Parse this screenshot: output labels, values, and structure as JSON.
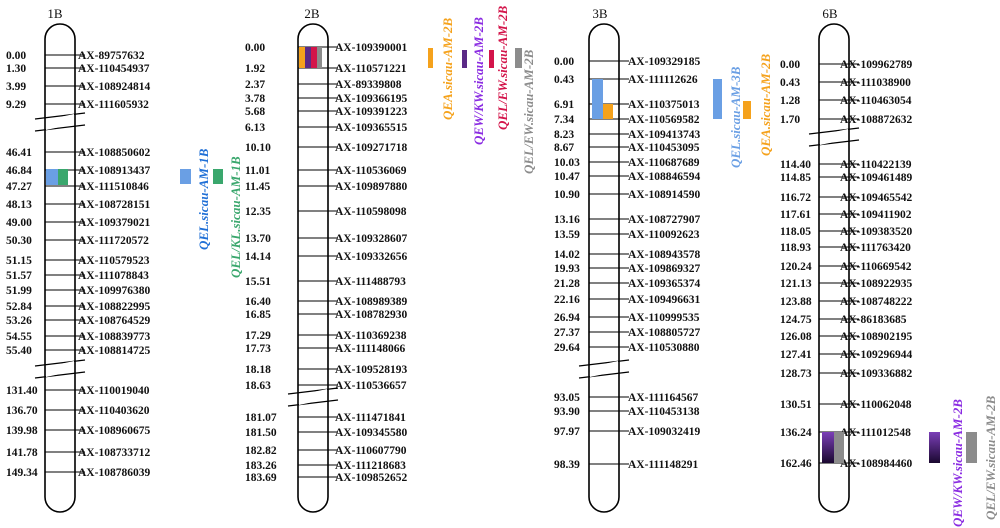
{
  "colors": {
    "blue": "#6a9fe4",
    "green": "#3aa76d",
    "orange": "#f5a21c",
    "purple": "#5b2a86",
    "dark_purple": "#2a0e45",
    "violet": "#8a2be2",
    "crimson": "#d3144a",
    "gray": "#8c8c8c",
    "bright_blue": "#1f6fd6"
  },
  "chromosomes": [
    {
      "name": "1B",
      "loci": [
        {
          "pos": "0.00",
          "marker": "AX-89757632"
        },
        {
          "pos": "1.30",
          "marker": "AX-110454937"
        },
        {
          "pos": "3.99",
          "marker": "AX-108924814"
        },
        {
          "pos": "9.29",
          "marker": "AX-111605932"
        },
        {
          "pos": "46.41",
          "marker": "AX-108850602"
        },
        {
          "pos": "46.84",
          "marker": "AX-108913437"
        },
        {
          "pos": "47.27",
          "marker": "AX-111510846"
        },
        {
          "pos": "48.13",
          "marker": "AX-108728151"
        },
        {
          "pos": "49.00",
          "marker": "AX-109379021"
        },
        {
          "pos": "50.30",
          "marker": "AX-111720572"
        },
        {
          "pos": "51.15",
          "marker": "AX-110579523"
        },
        {
          "pos": "51.57",
          "marker": "AX-111078843"
        },
        {
          "pos": "51.99",
          "marker": "AX-109976380"
        },
        {
          "pos": "52.84",
          "marker": "AX-108822995"
        },
        {
          "pos": "53.26",
          "marker": "AX-108764529"
        },
        {
          "pos": "54.55",
          "marker": "AX-108839773"
        },
        {
          "pos": "55.40",
          "marker": "AX-108814725"
        },
        {
          "pos": "131.40",
          "marker": "AX-110019040"
        },
        {
          "pos": "136.70",
          "marker": "AX-110403620"
        },
        {
          "pos": "139.98",
          "marker": "AX-108960675"
        },
        {
          "pos": "141.78",
          "marker": "AX-108733712"
        },
        {
          "pos": "149.34",
          "marker": "AX-108786039"
        }
      ],
      "qtls": [
        {
          "label": "QEL.sicau-AM-1B",
          "color": "#1f6fd6"
        },
        {
          "label": "QEL/KL.sicau-AM-1B",
          "color": "#3aa76d"
        }
      ]
    },
    {
      "name": "2B",
      "loci": [
        {
          "pos": "0.00",
          "marker": "AX-109390001"
        },
        {
          "pos": "1.92",
          "marker": "AX-110571221"
        },
        {
          "pos": "2.37",
          "marker": "AX-89339808"
        },
        {
          "pos": "3.78",
          "marker": "AX-109366195"
        },
        {
          "pos": "5.68",
          "marker": "AX-109391223"
        },
        {
          "pos": "6.13",
          "marker": "AX-109365515"
        },
        {
          "pos": "10.10",
          "marker": "AX-109271718"
        },
        {
          "pos": "11.01",
          "marker": "AX-110536069"
        },
        {
          "pos": "11.45",
          "marker": "AX-109897880"
        },
        {
          "pos": "12.35",
          "marker": "AX-110598098"
        },
        {
          "pos": "13.70",
          "marker": "AX-109328607"
        },
        {
          "pos": "14.14",
          "marker": "AX-109332656"
        },
        {
          "pos": "15.51",
          "marker": "AX-111488793"
        },
        {
          "pos": "16.40",
          "marker": "AX-108989389"
        },
        {
          "pos": "16.85",
          "marker": "AX-108782930"
        },
        {
          "pos": "17.29",
          "marker": "AX-110369238"
        },
        {
          "pos": "17.73",
          "marker": "AX-111148066"
        },
        {
          "pos": "18.18",
          "marker": "AX-109528193"
        },
        {
          "pos": "18.63",
          "marker": "AX-110536657"
        },
        {
          "pos": "181.07",
          "marker": "AX-111471841"
        },
        {
          "pos": "181.50",
          "marker": "AX-109345580"
        },
        {
          "pos": "182.82",
          "marker": "AX-110607790"
        },
        {
          "pos": "183.26",
          "marker": "AX-111218683"
        },
        {
          "pos": "183.69",
          "marker": "AX-109852652"
        }
      ],
      "qtls": [
        {
          "label": "QEA.sicau-AM-2B",
          "color": "#f5a21c"
        },
        {
          "label": "QEW/KW.sicau-AM-2B",
          "color": "#8a2be2"
        },
        {
          "label": "QEL/EW.sicau-AM-2B",
          "color": "#d3144a"
        },
        {
          "label": "QEL/EW.sicau-AM-2B",
          "color": "#8c8c8c"
        }
      ]
    },
    {
      "name": "3B",
      "loci": [
        {
          "pos": "0.00",
          "marker": "AX-109329185"
        },
        {
          "pos": "0.43",
          "marker": "AX-111112626"
        },
        {
          "pos": "6.91",
          "marker": "AX-110375013"
        },
        {
          "pos": "7.34",
          "marker": "AX-110569582"
        },
        {
          "pos": "8.23",
          "marker": "AX-109413743"
        },
        {
          "pos": "8.67",
          "marker": "AX-110453095"
        },
        {
          "pos": "10.03",
          "marker": "AX-110687689"
        },
        {
          "pos": "10.47",
          "marker": "AX-108846594"
        },
        {
          "pos": "10.90",
          "marker": "AX-108914590"
        },
        {
          "pos": "13.16",
          "marker": "AX-108727907"
        },
        {
          "pos": "13.59",
          "marker": "AX-110092623"
        },
        {
          "pos": "14.02",
          "marker": "AX-108943578"
        },
        {
          "pos": "19.93",
          "marker": "AX-109869327"
        },
        {
          "pos": "21.28",
          "marker": "AX-109365374"
        },
        {
          "pos": "22.16",
          "marker": "AX-109496631"
        },
        {
          "pos": "26.94",
          "marker": "AX-110999535"
        },
        {
          "pos": "27.37",
          "marker": "AX-108805727"
        },
        {
          "pos": "29.64",
          "marker": "AX-110530880"
        },
        {
          "pos": "93.05",
          "marker": "AX-111164567"
        },
        {
          "pos": "93.90",
          "marker": "AX-110453138"
        },
        {
          "pos": "97.97",
          "marker": "AX-109032419"
        },
        {
          "pos": "98.39",
          "marker": "AX-111148291"
        }
      ],
      "qtls": [
        {
          "label": "QEL.sicau-AM-3B",
          "color": "#6a9fe4"
        },
        {
          "label": "QEA.sicau-AM-2B",
          "color": "#f5a21c"
        }
      ]
    },
    {
      "name": "6B",
      "loci": [
        {
          "pos": "0.00",
          "marker": "AX-109962789"
        },
        {
          "pos": "0.43",
          "marker": "AX-111038900"
        },
        {
          "pos": "1.28",
          "marker": "AX-110463054"
        },
        {
          "pos": "1.70",
          "marker": "AX-108872632"
        },
        {
          "pos": "114.40",
          "marker": "AX-110422139"
        },
        {
          "pos": "114.85",
          "marker": "AX-109461489"
        },
        {
          "pos": "116.72",
          "marker": "AX-109465542"
        },
        {
          "pos": "117.61",
          "marker": "AX-109411902"
        },
        {
          "pos": "118.05",
          "marker": "AX-109383520"
        },
        {
          "pos": "118.93",
          "marker": "AX-111763420"
        },
        {
          "pos": "120.24",
          "marker": "AX-110669542"
        },
        {
          "pos": "121.13",
          "marker": "AX-108922935"
        },
        {
          "pos": "123.88",
          "marker": "AX-108748222"
        },
        {
          "pos": "124.75",
          "marker": "AX-86183685"
        },
        {
          "pos": "126.08",
          "marker": "AX-108902195"
        },
        {
          "pos": "127.41",
          "marker": "AX-109296944"
        },
        {
          "pos": "128.73",
          "marker": "AX-109336882"
        },
        {
          "pos": "130.51",
          "marker": "AX-110062048"
        },
        {
          "pos": "136.24",
          "marker": "AX-111012548"
        },
        {
          "pos": "162.46",
          "marker": "AX-108984460"
        }
      ],
      "qtls": [
        {
          "label": "QEW/KW.sicau-AM-2B",
          "color": "#8a2be2"
        },
        {
          "label": "QEL/EW.sicau-AM-2B",
          "color": "#8c8c8c"
        }
      ]
    }
  ]
}
